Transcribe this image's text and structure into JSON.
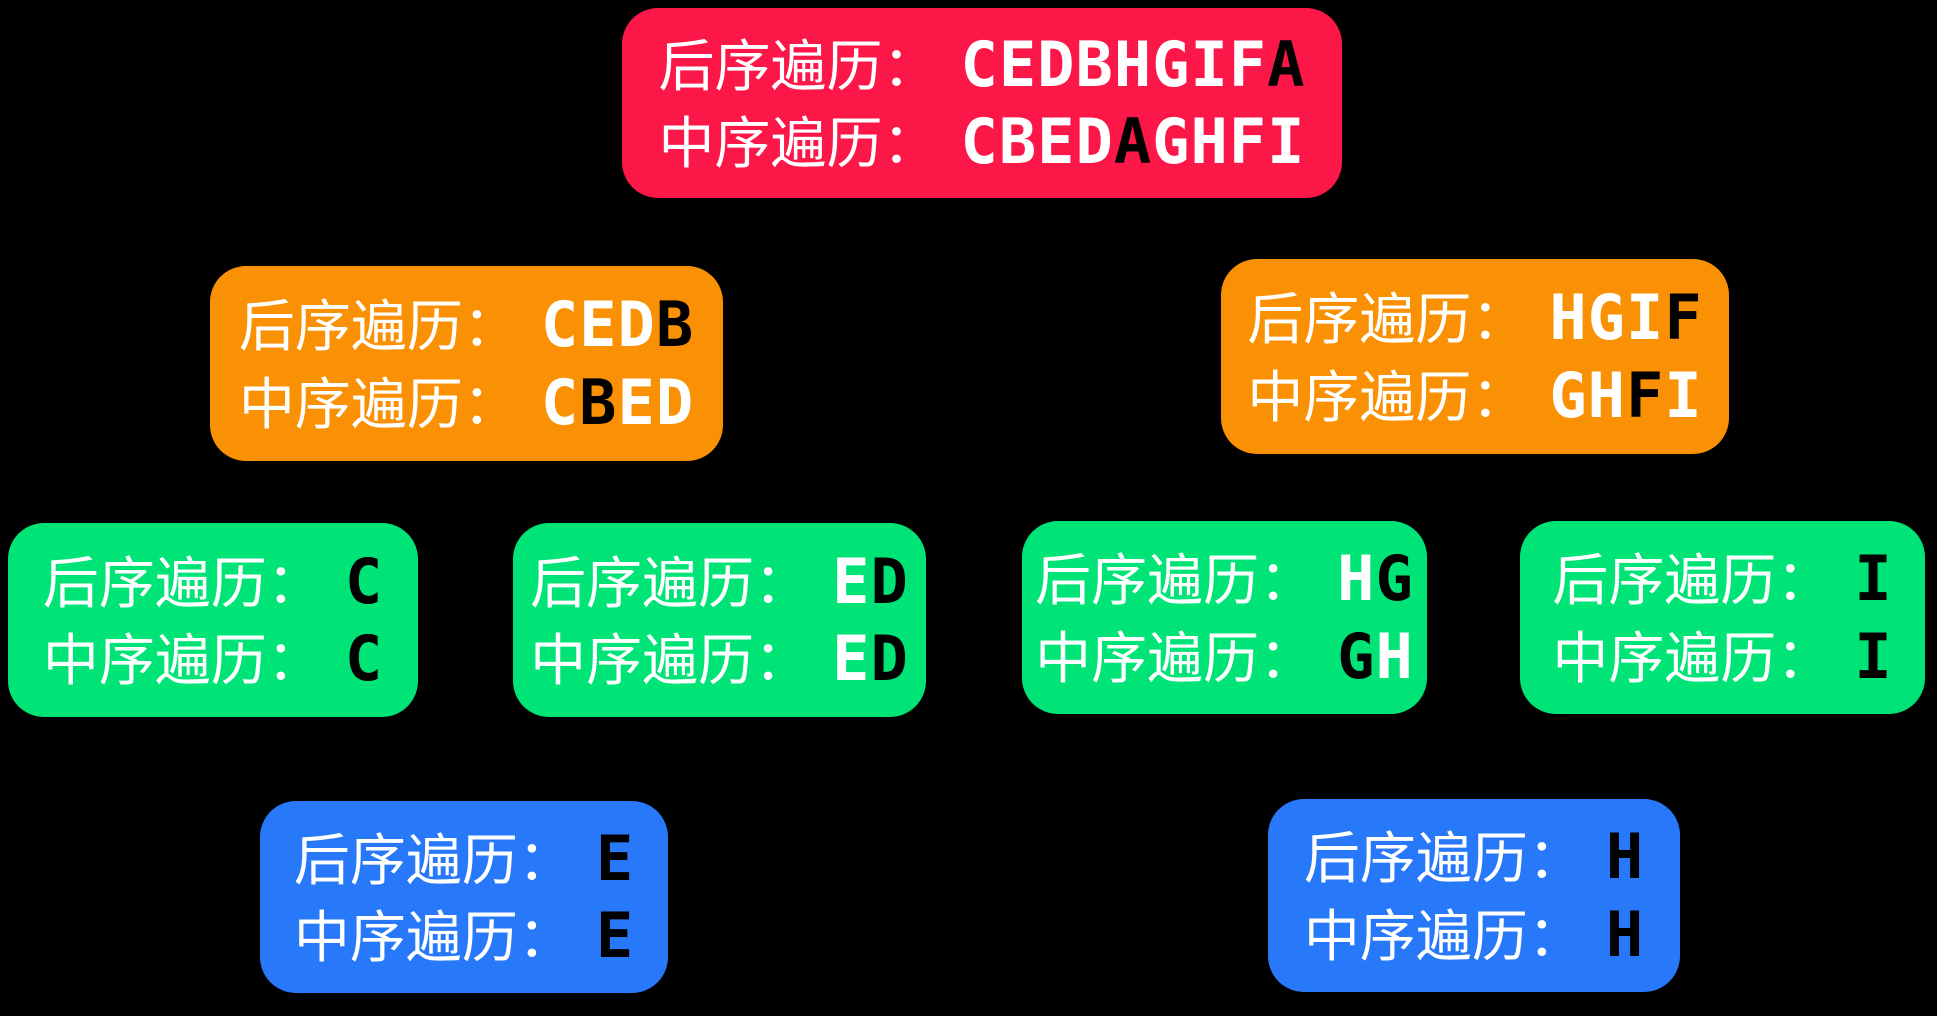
{
  "colors": {
    "background": "#000000",
    "red": "#FB1747",
    "orange": "#FA9105",
    "green": "#00E377",
    "blue": "#2879F9",
    "letter_light": "#FFFFFF",
    "letter_highlight": "#000000"
  },
  "labels": {
    "postorder": "后序遍历：",
    "inorder": "中序遍历："
  },
  "nodes": [
    {
      "id": "root-A",
      "level": 0,
      "color": "red",
      "postorder": "CEDBHGIFA",
      "inorder": "CBEDAGHFI",
      "postorder_segments": [
        {
          "t": "CEDBHGIF"
        },
        {
          "t": "A",
          "dark": true
        }
      ],
      "inorder_segments": [
        {
          "t": "CBED"
        },
        {
          "t": "A",
          "dark": true
        },
        {
          "t": "GHFI"
        }
      ]
    },
    {
      "id": "left-subtree-B",
      "level": 1,
      "color": "orange",
      "postorder": "CEDB",
      "inorder": "CBED",
      "postorder_segments": [
        {
          "t": "CED"
        },
        {
          "t": "B",
          "dark": true
        }
      ],
      "inorder_segments": [
        {
          "t": "C"
        },
        {
          "t": "B",
          "dark": true
        },
        {
          "t": "ED"
        }
      ]
    },
    {
      "id": "right-subtree-F",
      "level": 1,
      "color": "orange",
      "postorder": "HGIF",
      "inorder": "GHFI",
      "postorder_segments": [
        {
          "t": "HGI"
        },
        {
          "t": "F",
          "dark": true
        }
      ],
      "inorder_segments": [
        {
          "t": "GH"
        },
        {
          "t": "F",
          "dark": true
        },
        {
          "t": "I"
        }
      ]
    },
    {
      "id": "leaf-C",
      "level": 2,
      "color": "green",
      "postorder": "C",
      "inorder": "C",
      "postorder_segments": [
        {
          "t": "C",
          "dark": true
        }
      ],
      "inorder_segments": [
        {
          "t": "C",
          "dark": true
        }
      ]
    },
    {
      "id": "subtree-D",
      "level": 2,
      "color": "green",
      "postorder": "ED",
      "inorder": "ED",
      "postorder_segments": [
        {
          "t": "E"
        },
        {
          "t": "D",
          "dark": true
        }
      ],
      "inorder_segments": [
        {
          "t": "E"
        },
        {
          "t": "D",
          "dark": true
        }
      ]
    },
    {
      "id": "subtree-G",
      "level": 2,
      "color": "green",
      "postorder": "HG",
      "inorder": "GH",
      "postorder_segments": [
        {
          "t": "H"
        },
        {
          "t": "G",
          "dark": true
        }
      ],
      "inorder_segments": [
        {
          "t": "G",
          "dark": true
        },
        {
          "t": "H"
        }
      ]
    },
    {
      "id": "leaf-I",
      "level": 2,
      "color": "green",
      "postorder": "I",
      "inorder": "I",
      "postorder_segments": [
        {
          "t": "I",
          "dark": true
        }
      ],
      "inorder_segments": [
        {
          "t": "I",
          "dark": true
        }
      ]
    },
    {
      "id": "leaf-E",
      "level": 3,
      "color": "blue",
      "postorder": "E",
      "inorder": "E",
      "postorder_segments": [
        {
          "t": "E",
          "dark": true
        }
      ],
      "inorder_segments": [
        {
          "t": "E",
          "dark": true
        }
      ]
    },
    {
      "id": "leaf-H",
      "level": 3,
      "color": "blue",
      "postorder": "H",
      "inorder": "H",
      "postorder_segments": [
        {
          "t": "H",
          "dark": true
        }
      ],
      "inorder_segments": [
        {
          "t": "H",
          "dark": true
        }
      ]
    }
  ]
}
